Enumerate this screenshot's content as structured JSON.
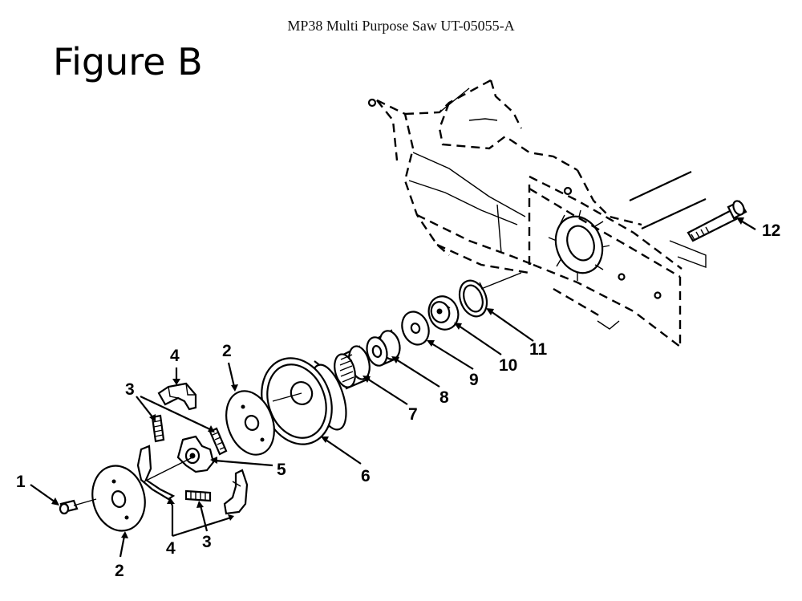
{
  "header": {
    "document_title": "MP38 Multi Purpose Saw UT-05055-A",
    "figure_title": "Figure B"
  },
  "callouts": {
    "c1": "1",
    "c2_top": "2",
    "c2_bottom": "2",
    "c3_top": "3",
    "c3_bottom": "3",
    "c4_top": "4",
    "c4_bottom": "4",
    "c5": "5",
    "c6": "6",
    "c7": "7",
    "c8": "8",
    "c9": "9",
    "c10": "10",
    "c11": "11",
    "c12": "12"
  }
}
